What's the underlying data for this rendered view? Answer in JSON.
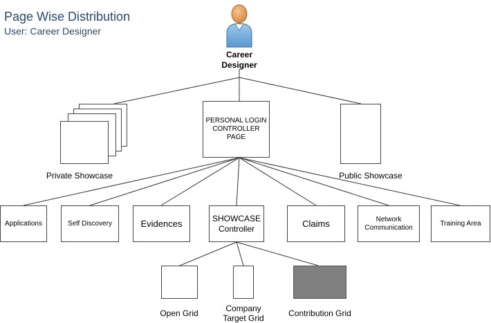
{
  "header": {
    "title": "Page Wise Distribution",
    "subtitle": "User: Career Designer"
  },
  "user": {
    "icon": "user-person-icon",
    "label_line1": "Career",
    "label_line2": "Designer"
  },
  "level1": {
    "private_showcase": "Private Showcase",
    "controller_line1": "PERSONAL LOGIN",
    "controller_line2": "CONTROLLER",
    "controller_line3": "PAGE",
    "public_showcase": "Public Showcase"
  },
  "level2": {
    "applications": "Applications",
    "self_discovery": "Self Discovery",
    "evidences": "Evidences",
    "showcase_line1": "SHOWCASE",
    "showcase_line2": "Controller",
    "claims": "Claims",
    "network_line1": "Network",
    "network_line2": "Communication",
    "training_area": "Training Area"
  },
  "level3": {
    "open_grid": "Open Grid",
    "company_line1": "Company",
    "company_line2": "Target Grid",
    "contribution_grid": "Contribution Grid"
  },
  "colors": {
    "title": "#2a4a7c",
    "shaded_box": "#808080",
    "person_head": "#e8a060",
    "person_body": "#7ab4e0"
  }
}
